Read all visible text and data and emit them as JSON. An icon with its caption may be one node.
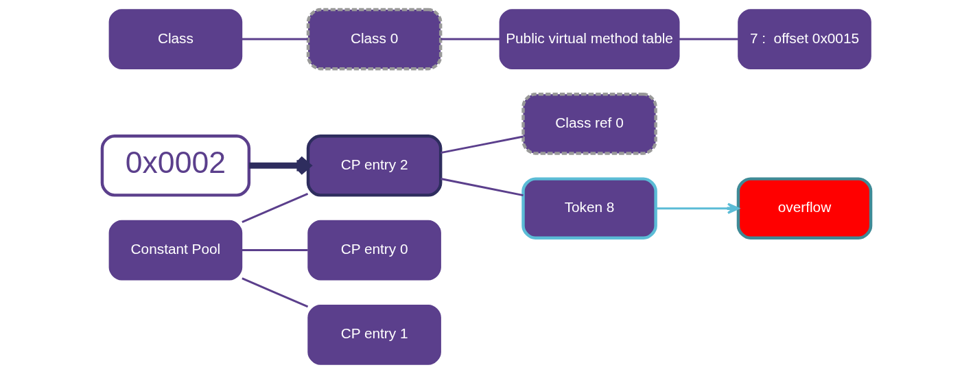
{
  "diagram": {
    "nodes": [
      {
        "text": [
          "0x0002"
        ]
      },
      {
        "text": [
          "Constant Pool"
        ]
      },
      {
        "text": [
          "CP entry 0"
        ]
      },
      {
        "text": [
          "CP entry 1"
        ]
      },
      {
        "text": [
          "CP entry 2"
        ]
      },
      {
        "text": [
          "Class ref 0"
        ]
      },
      {
        "text": [
          "Token 8"
        ]
      },
      {
        "text": [
          "Class"
        ]
      },
      {
        "text": [
          "Class 0"
        ]
      },
      {
        "text": [
          "Public virtual method table"
        ]
      },
      {
        "text": [
          "7 :  offset 0x0015"
        ]
      },
      {
        "text": [
          "overflow"
        ]
      }
    ],
    "edges": [
      {
        "from": 0,
        "to": 4,
        "arrow": "to",
        "style": "thick",
        "color": "#2e2d5e"
      },
      {
        "from": 1,
        "to": 2,
        "arrow": "none"
      },
      {
        "from": 1,
        "to": 3,
        "arrow": "none"
      },
      {
        "from": 1,
        "to": 4,
        "arrow": "none"
      },
      {
        "from": 4,
        "to": 5,
        "arrow": "none"
      },
      {
        "from": 4,
        "to": 6,
        "arrow": "none"
      },
      {
        "from": 7,
        "to": 8,
        "arrow": "none"
      },
      {
        "from": 8,
        "to": 9,
        "arrow": "none"
      },
      {
        "from": 9,
        "to": 10,
        "arrow": "none"
      },
      {
        "from": 6,
        "to": 11,
        "arrow": "to",
        "color": "#5bbcd6"
      }
    ]
  }
}
